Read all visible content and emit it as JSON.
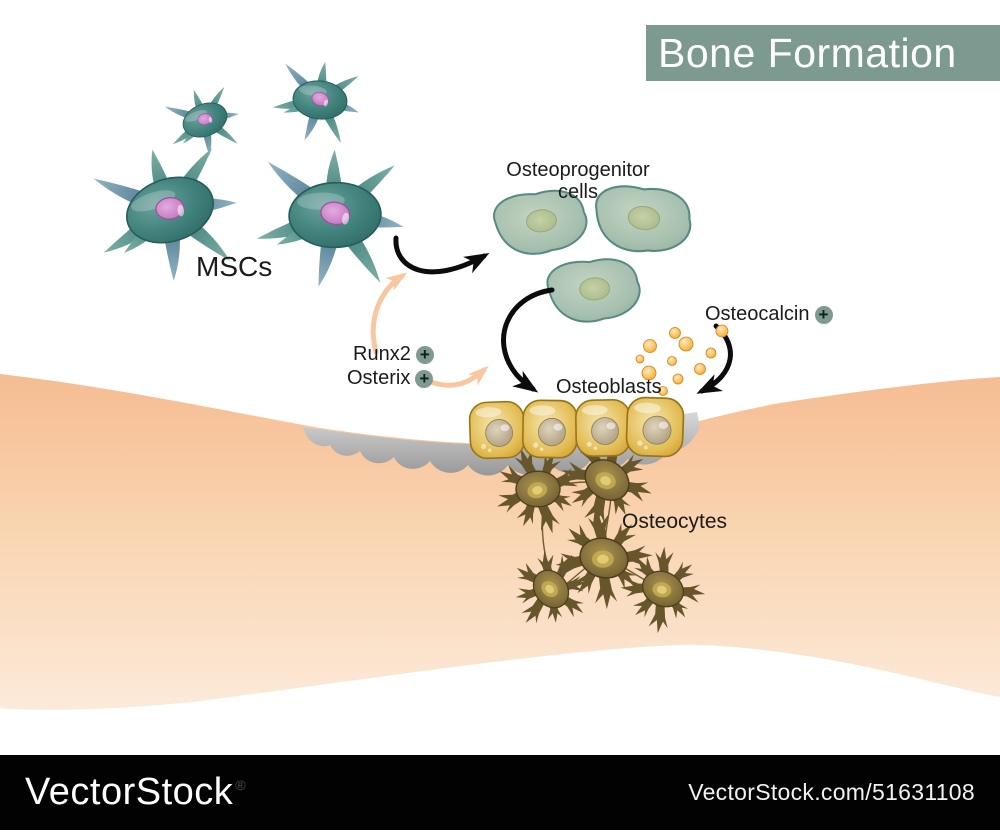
{
  "title": {
    "text": "Bone Formation"
  },
  "labels": {
    "mscs": "MSCs",
    "osteoprogenitor": "Osteoprogenitor cells",
    "runx2": "Runx2",
    "osterix": "Osterix",
    "osteocalcin": "Osteocalcin",
    "osteoblasts": "Osteoblasts",
    "osteocytes": "Osteocytes",
    "plus": "+"
  },
  "watermark": {
    "brand": "VectorStock",
    "reg": "®",
    "url_text": "VectorStock.com/51631108"
  },
  "colors": {
    "banner_bg": "#7d9a90",
    "plus_badge_bg": "#7e9a91",
    "bone_peach": "#f7c29a",
    "eroded_pit_gray": "#aaaaaa",
    "msc_teal": "#3c7e79",
    "msc_nucleus_pink": "#c77fc4",
    "osteoprogenitor_green": "#9cb8a8",
    "osteoblast_gold": "#d8ab3c",
    "osteocyte_olive": "#7d6a38",
    "vesicle_orange": "#f3a93c",
    "arrow_black": "#0c0c0c",
    "arrow_peach": "#f8c79f",
    "footer_bg": "#020202"
  }
}
